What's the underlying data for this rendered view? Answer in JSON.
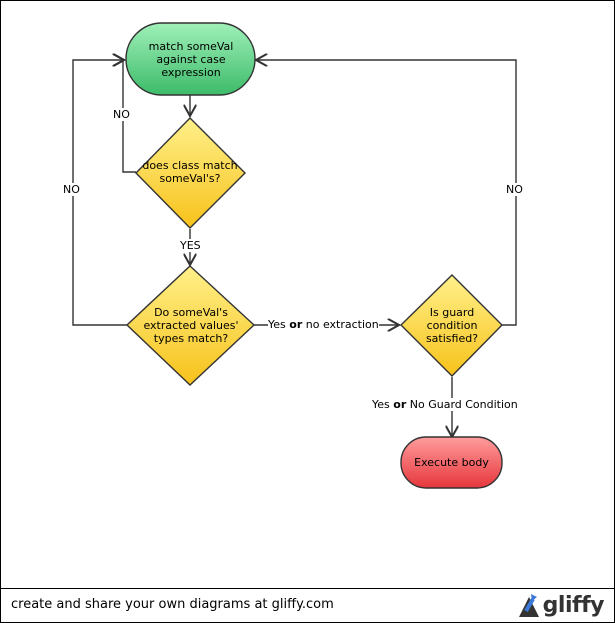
{
  "nodes": {
    "match": "match someVal against case expression",
    "class_match": "does class match someVal's?",
    "types_match": "Do someVal's extracted values' types match?",
    "guard": "Is guard condition satisfied?",
    "execute": "Execute body"
  },
  "edges": {
    "no_class": "NO",
    "no_types": "NO",
    "yes_class": "YES",
    "yes_types_pre": "Yes ",
    "yes_types_or": "or",
    "yes_types_post": " no extraction",
    "no_guard": "NO",
    "yes_guard_pre": "Yes ",
    "yes_guard_or": "or",
    "yes_guard_post": " No Guard Condition"
  },
  "footer": {
    "text": "create and share your own diagrams at gliffy.com",
    "brand": "gliffy"
  },
  "colors": {
    "start_fill": "#5dcf85",
    "decision_fill": "#fdd33a",
    "end_fill": "#f5555a"
  }
}
